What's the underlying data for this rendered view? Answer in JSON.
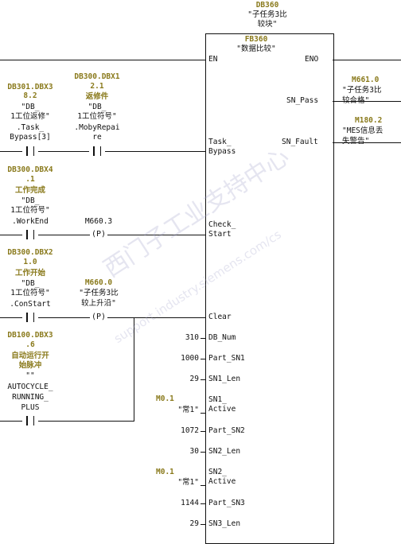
{
  "db_block": {
    "name": "DB360",
    "comment": "\"子任务3比",
    "comment2": "较块\""
  },
  "fb_block": {
    "name": "FB360",
    "comment": "\"数据比较\""
  },
  "pins": {
    "en": "EN",
    "eno": "ENO",
    "sn_pass": "SN_Pass",
    "sn_fault": "SN_Fault",
    "task_bypass": "Task_",
    "task_bypass2": "Bypass",
    "check_start": "Check_",
    "check_start2": "Start",
    "clear": "Clear",
    "db_num": "DB_Num",
    "part_sn1": "Part_SN1",
    "sn1_len": "SN1_Len",
    "sn1_active": "SN1_",
    "sn1_active2": "Active",
    "part_sn2": "Part_SN2",
    "sn2_len": "SN2_Len",
    "sn2_active": "SN2_",
    "sn2_active2": "Active",
    "part_sn3": "Part_SN3",
    "sn3_len": "SN3_Len"
  },
  "inputs": {
    "db_num": "310",
    "part_sn1": "1000",
    "sn1_len": "29",
    "m01_a": "M0.1",
    "m01_a_comment": "\"常1\"",
    "part_sn2": "1072",
    "sn2_len": "30",
    "m01_b": "M0.1",
    "m01_b_comment": "\"常1\"",
    "part_sn3": "1144",
    "sn3_len": "29"
  },
  "outputs": {
    "m6610": "M661.0",
    "m6610_c1": "\"子任务3比",
    "m6610_c2": "较合格\"",
    "m1802": "M180.2",
    "m1802_c1": "\"MES信息丢",
    "m1802_c2": "失警告\""
  },
  "contacts": {
    "c1_addr1": "DB301.DBX3",
    "c1_addr2": "8.2",
    "c1_c1": "\"DB_",
    "c1_c2": "1工位返修\"",
    "c1_c3": ".Task_",
    "c1_c4": "Bypass[3]",
    "c2_addr1": "DB300.DBX1",
    "c2_addr2": "2.1",
    "c2_c0": "返修件",
    "c2_c1": "\"DB_",
    "c2_c2": "1工位符号\"",
    "c2_c3": ".MobyRepai",
    "c2_c4": "re",
    "c3_addr1": "DB300.DBX4",
    "c3_addr2": ".1",
    "c3_c0": "工作完成",
    "c3_c1": "\"DB_",
    "c3_c2": "1工位符号\"",
    "c3_c3": ".WorkEnd",
    "p1_addr": "M660.3",
    "p1_sym": "P",
    "c4_addr1": "DB300.DBX2",
    "c4_addr2": "1.0",
    "c4_c0": "工作开始",
    "c4_c1": "\"DB_",
    "c4_c2": "1工位符号\"",
    "c4_c3": ".ConStart",
    "p2_addr": "M660.0",
    "p2_c1": "\"子任务3比",
    "p2_c2": "较上升沿\"",
    "p2_sym": "P",
    "c5_addr1": "DB100.DBX3",
    "c5_addr2": ".6",
    "c5_c0": "自动运行开",
    "c5_c0b": "始脉冲",
    "c5_c1": "\"\"",
    "c5_c2": "AUTOCYCLE_",
    "c5_c3": "RUNNING_",
    "c5_c4": "PLUS"
  },
  "watermark": {
    "line1": "西门子工业支持中心",
    "line2": "support.industry.siemens.com/cs"
  }
}
